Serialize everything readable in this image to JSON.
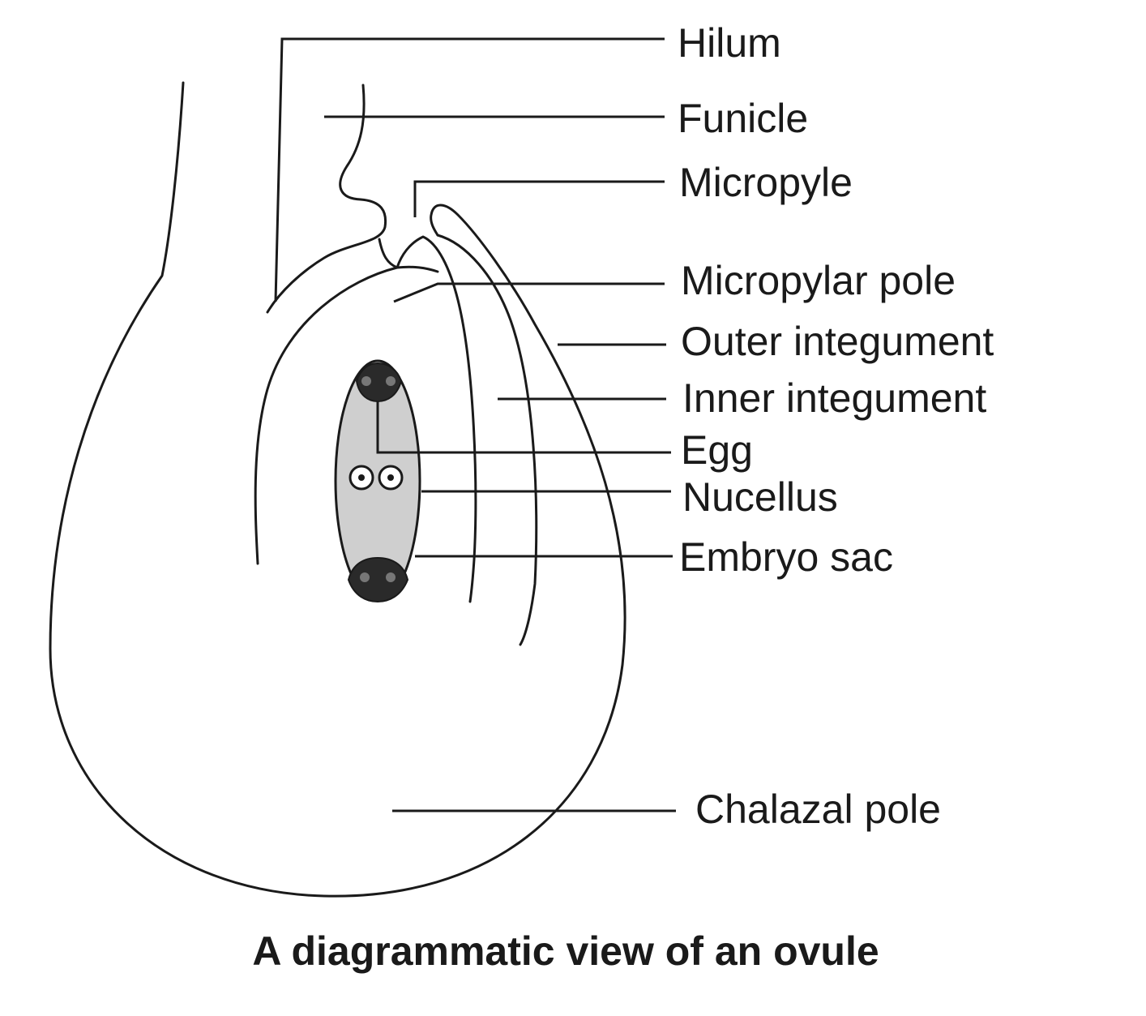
{
  "labels": {
    "hilum": "Hilum",
    "funicle": "Funicle",
    "micropyle": "Micropyle",
    "micropylar_pole": "Micropylar pole",
    "outer_integument": "Outer integument",
    "inner_integument": "Inner integument",
    "egg": "Egg",
    "nucellus": "Nucellus",
    "embryo_sac": "Embryo sac",
    "chalazal_pole": "Chalazal pole"
  },
  "caption": "A diagrammatic view of an ovule",
  "colors": {
    "ink": "#1a1a1a",
    "embryo_sac_fill": "#cfcfcf",
    "background": "#ffffff"
  }
}
